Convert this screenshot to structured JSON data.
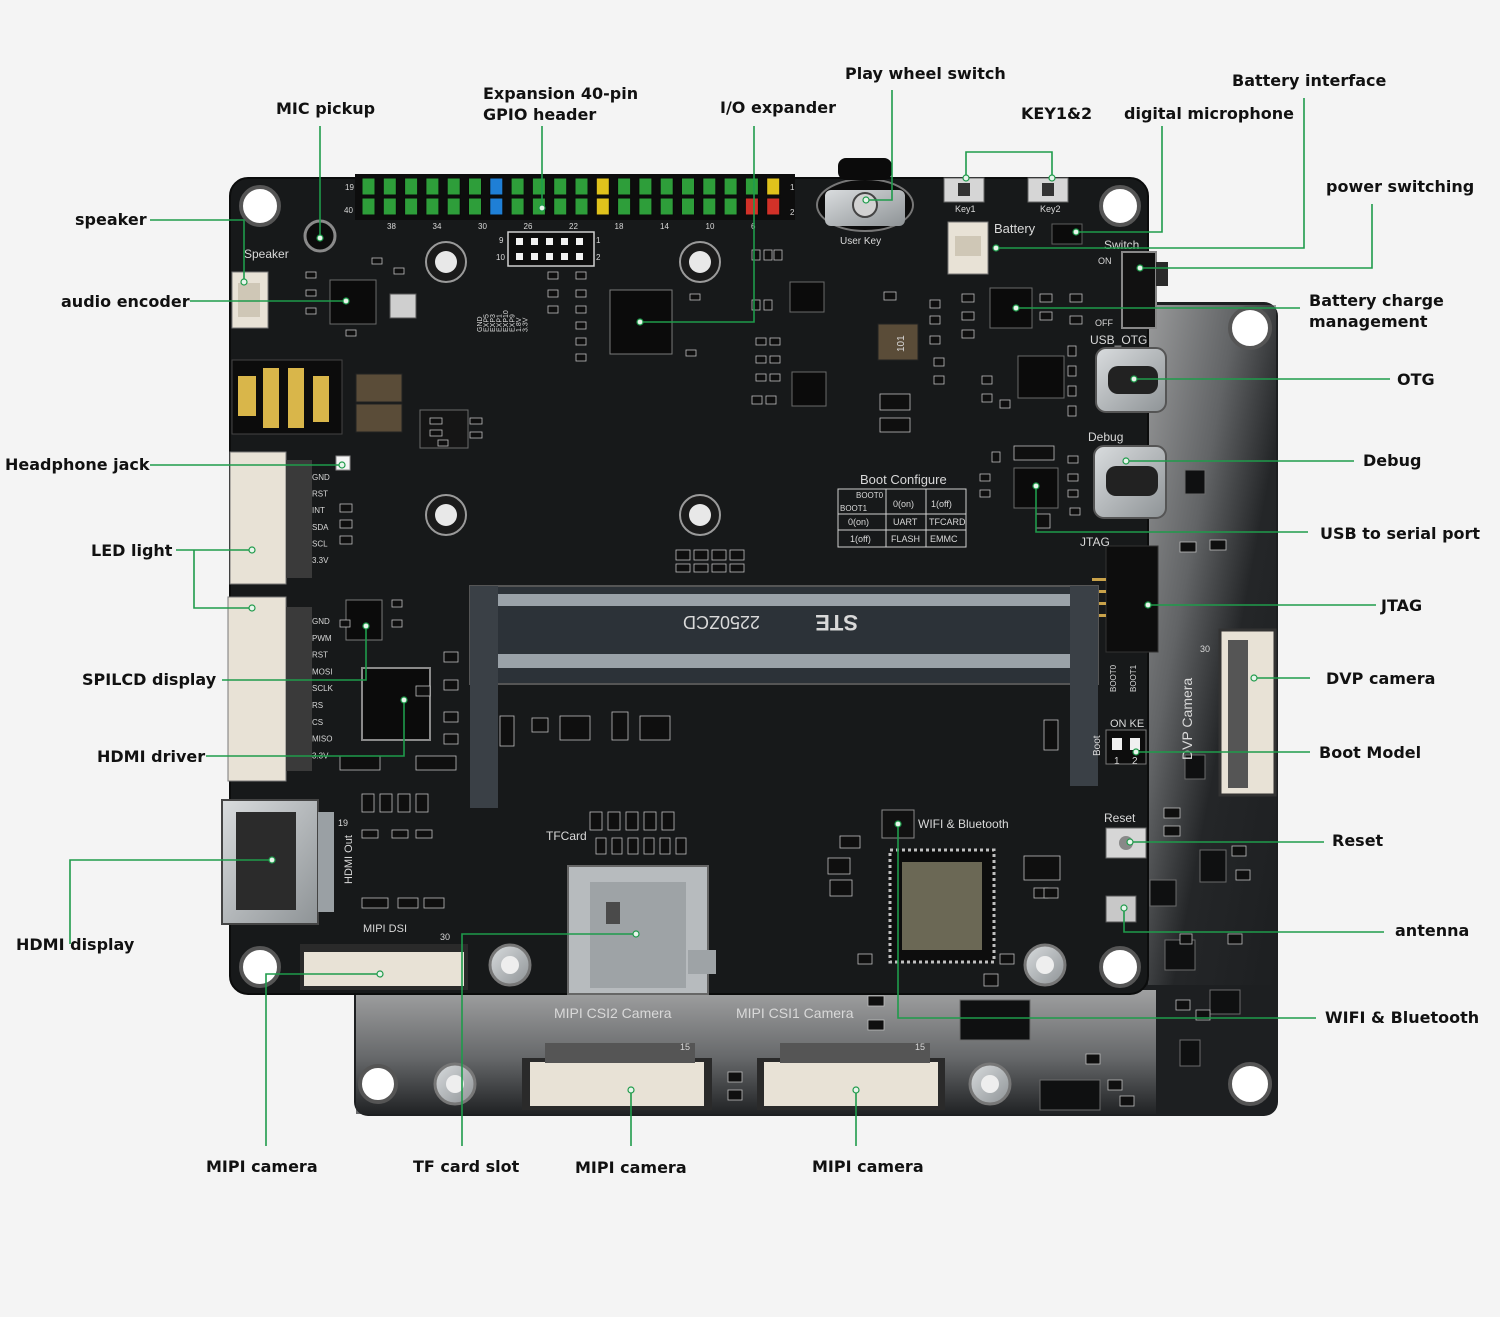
{
  "callouts": {
    "speaker": "speaker",
    "mic_pickup": "MIC pickup",
    "gpio_header_line1": "Expansion 40-pin",
    "gpio_header_line2": "GPIO header",
    "io_expander": "I/O expander",
    "play_wheel_switch": "Play wheel switch",
    "key12": "KEY1&2",
    "digital_microphone": "digital microphone",
    "battery_interface": "Battery interface",
    "power_switching": "power switching",
    "audio_encoder": "audio encoder",
    "battery_charge_line1": "Battery charge",
    "battery_charge_line2": "management",
    "otg": "OTG",
    "headphone_jack": "Headphone jack",
    "debug": "Debug",
    "usb_serial": "USB to serial port",
    "led_light": "LED light",
    "jtag": "JTAG",
    "spilcd_display": "SPILCD display",
    "dvp_camera": "DVP camera",
    "hdmi_driver": "HDMI driver",
    "boot_model": "Boot Model",
    "reset": "Reset",
    "hdmi_display": "HDMI display",
    "antenna": "antenna",
    "wifi_bluetooth": "WIFI & Bluetooth",
    "mipi_camera_1": "MIPI camera",
    "tf_card_slot": "TF card slot",
    "mipi_camera_2": "MIPI camera",
    "mipi_camera_3": "MIPI camera"
  },
  "silkscreen": {
    "speaker": "Speaker",
    "user_key": "User Key",
    "key1": "Key1",
    "key2": "Key2",
    "battery": "Battery",
    "switch": "Switch",
    "on": "ON",
    "off": "OFF",
    "usb_otg": "USB_OTG",
    "debug": "Debug",
    "boot_configure": "Boot Configure",
    "boot_table": {
      "r0": [
        "BOOT0",
        "0(on)",
        "1(off)"
      ],
      "r0b": "BOOT1",
      "r1": [
        "0(on)",
        "UART",
        "TFCARD"
      ],
      "r2": [
        "1(off)",
        "FLASH",
        "EMMC"
      ]
    },
    "jtag": "JTAG",
    "dvp_camera": "DVP Camera",
    "boot0": "BOOT0",
    "boot1": "BOOT1",
    "on_ke": "ON KE",
    "boot": "Boot",
    "reset": "Reset",
    "wifi_bt": "WIFI & Bluetooth",
    "tfcard": "TFCard",
    "hdmi_out": "HDMI Out",
    "mipi_dsi": "MIPI DSI",
    "mipi_csi2": "MIPI CSI2 Camera",
    "mipi_csi1": "MIPI CSI1 Camera",
    "module_mark": "2250ZCD",
    "module_logo": "STE",
    "lcd_pins": [
      "GND",
      "RST",
      "INT",
      "SDA",
      "SCL",
      "3.3V"
    ],
    "spi_pins": [
      "GND",
      "PWM",
      "RST",
      "MOSI",
      "SCLK",
      "RS",
      "CS",
      "MISO",
      "3.3V"
    ],
    "gpio_nums_top": [
      "38",
      "34",
      "30",
      "26",
      "22",
      "18",
      "14",
      "10",
      "6"
    ],
    "gpio_pin_19": "19",
    "gpio_pin_40": "40",
    "gpio_pin_1": "1",
    "gpio_pin_2": "2",
    "exp_labels": [
      "GND",
      "EXP5",
      "EXP3",
      "EXP1",
      "EXP10",
      "EXP9",
      "1.8V",
      "3.3V"
    ],
    "dvp_30": "30",
    "mipi_30": "30",
    "mipi_19": "19",
    "csi_15a": "15",
    "csi_15b": "15",
    "hdr_9": "9",
    "hdr_10": "10",
    "hdr_1": "1",
    "hdr_2": "2",
    "ind_val": "101",
    "sw_1": "1",
    "sw_2": "2"
  },
  "colors": {
    "board": "#17191a",
    "board_lower": "#1d1f21",
    "leader": "#1f9b4b",
    "silk": "#d9d9d9",
    "gpio_green": "#2e9e3a",
    "gpio_blue": "#1f7fd6",
    "gpio_yellow": "#e0c21c",
    "gpio_red": "#d23128",
    "connector_white": "#e8e2d6",
    "metal": "#b8bcbf"
  }
}
